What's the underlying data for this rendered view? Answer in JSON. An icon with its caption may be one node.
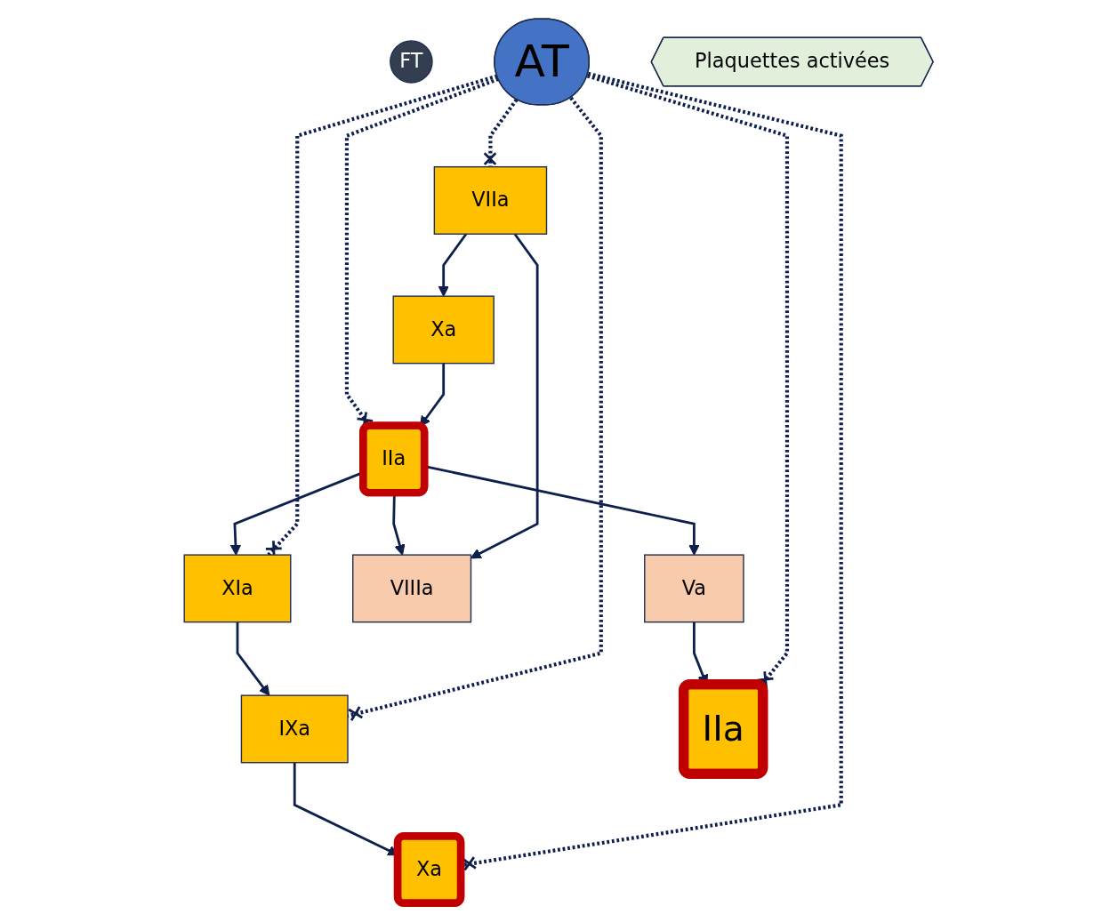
{
  "diagram": {
    "nodes": [
      {
        "text": [
          "FT"
        ]
      },
      {
        "text": [
          "VIIa"
        ]
      },
      {
        "text": [
          "AT"
        ]
      },
      {
        "text": [
          "Xa"
        ]
      },
      {
        "text": [
          "IIa"
        ]
      },
      {
        "text": [
          "XIa"
        ]
      },
      {
        "text": [
          "VIIIa"
        ]
      },
      {
        "text": [
          "IXa"
        ]
      },
      {
        "text": [
          "Xa"
        ]
      },
      {
        "text": [
          "Va"
        ]
      },
      {
        "text": [
          "IIa"
        ]
      },
      {
        "text": [
          "Plaquettes activées"
        ]
      }
    ],
    "edges": [
      {
        "from": 2,
        "to": 1,
        "arrow": "other",
        "style": "dashed"
      },
      {
        "from": 1,
        "to": 3,
        "arrow": "to"
      },
      {
        "from": 1,
        "to": 6,
        "arrow": "to"
      },
      {
        "from": 3,
        "to": 4,
        "arrow": "to"
      },
      {
        "from": 2,
        "to": 4,
        "arrow": "other",
        "style": "dashed"
      },
      {
        "from": 2,
        "to": 5,
        "arrow": "other",
        "style": "dashed"
      },
      {
        "from": 2,
        "to": 7,
        "arrow": "other",
        "style": "dashed"
      },
      {
        "from": 2,
        "to": 8,
        "arrow": "other",
        "style": "dashed"
      },
      {
        "from": 2,
        "to": 10,
        "arrow": "other",
        "style": "dashed"
      },
      {
        "from": 4,
        "to": 5,
        "arrow": "to"
      },
      {
        "from": 4,
        "to": 6,
        "arrow": "to"
      },
      {
        "from": 4,
        "to": 9,
        "arrow": "to"
      },
      {
        "from": 5,
        "to": 7,
        "arrow": "to"
      },
      {
        "from": 7,
        "to": 8,
        "arrow": "to"
      },
      {
        "from": 9,
        "to": 10,
        "arrow": "to"
      }
    ]
  }
}
